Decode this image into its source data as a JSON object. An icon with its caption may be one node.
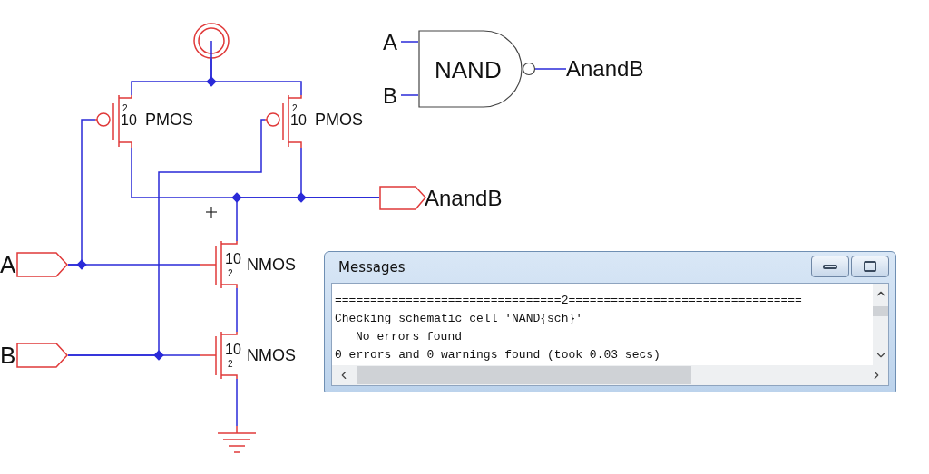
{
  "diagram": {
    "nodes": [
      {
        "text": [],
        "shape": "circle"
      },
      {
        "text": [
          "2",
          "10"
        ],
        "beside": [
          "PMOS"
        ]
      },
      {
        "text": [
          "2",
          "10"
        ],
        "beside": [
          "PMOS"
        ]
      },
      {
        "text": [
          "AnandB"
        ]
      },
      {
        "text": [
          "A"
        ]
      },
      {
        "text": [
          "10",
          "2"
        ],
        "beside": [
          "NMOS"
        ]
      },
      {
        "text": [
          "B"
        ]
      },
      {
        "text": [
          "10",
          "2"
        ],
        "beside": [
          "NMOS"
        ]
      },
      {
        "text": [],
        "shape": "ground"
      },
      {
        "text": [
          "NAND"
        ]
      },
      {
        "text": [
          "A"
        ]
      },
      {
        "text": [
          "B"
        ]
      },
      {
        "text": [
          "AnandB"
        ]
      },
      {
        "text": [
          "Messages",
          "================================2=================================",
          "Checking schematic cell 'NAND{sch}'",
          "No errors found",
          "0 errors and 0 warnings found (took 0.03 secs)"
        ]
      }
    ],
    "edges": [
      {
        "from": 0,
        "to": 1,
        "arrow": "none"
      },
      {
        "from": 0,
        "to": 2,
        "arrow": "none"
      },
      {
        "from": 1,
        "to": 3,
        "arrow": "none"
      },
      {
        "from": 2,
        "to": 3,
        "arrow": "none"
      },
      {
        "from": 5,
        "to": 3,
        "arrow": "none"
      },
      {
        "from": 4,
        "to": 1,
        "arrow": "none"
      },
      {
        "from": 4,
        "to": 5,
        "arrow": "none"
      },
      {
        "from": 6,
        "to": 2,
        "arrow": "none"
      },
      {
        "from": 6,
        "to": 7,
        "arrow": "none"
      },
      {
        "from": 5,
        "to": 7,
        "arrow": "none"
      },
      {
        "from": 7,
        "to": 8,
        "arrow": "none"
      },
      {
        "from": 10,
        "to": 9,
        "arrow": "none"
      },
      {
        "from": 11,
        "to": 9,
        "arrow": "none"
      },
      {
        "from": 9,
        "to": 12,
        "arrow": "none"
      }
    ]
  }
}
